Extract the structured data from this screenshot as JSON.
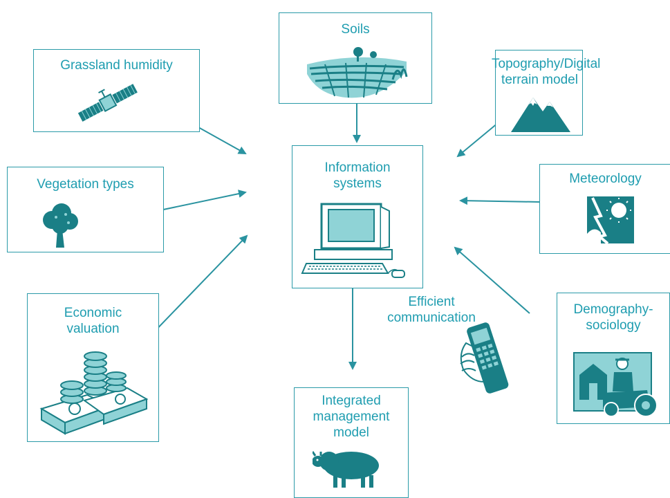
{
  "diagram": {
    "colors": {
      "text": "#1f9db0",
      "border": "#2a9aa8",
      "arrow": "#2a93a0",
      "art": "#1a7f86",
      "art_light": "#8fd3d6"
    },
    "nodes": {
      "soils": {
        "label": "Soils",
        "icon": "farmland-icon"
      },
      "grassland": {
        "label": "Grassland humidity",
        "icon": "satellite-icon"
      },
      "topography": {
        "label": "Topography/Digital\nterrain model",
        "icon": "mountain-icon"
      },
      "vegetation": {
        "label": "Vegetation types",
        "icon": "tree-icon"
      },
      "information": {
        "label": "Information\nsystems",
        "icon": "computer-icon"
      },
      "meteorology": {
        "label": "Meteorology",
        "icon": "weather-icon"
      },
      "economic": {
        "label": "Economic\nvaluation",
        "icon": "money-icon"
      },
      "demography": {
        "label": "Demography-\nsociology",
        "icon": "farmer-icon"
      },
      "integrated": {
        "label": "Integrated\nmanagement\nmodel",
        "icon": "sheep-icon"
      }
    },
    "communication": {
      "label": "Efficient\ncommunication",
      "icon": "mobile-phone-icon"
    }
  }
}
